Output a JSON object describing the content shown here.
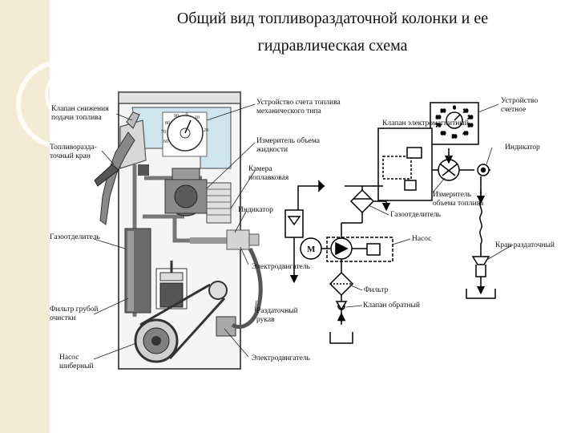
{
  "title": {
    "line1": "Общий вид топливораздаточной колонки и ее",
    "line2": "гидравлическая схема"
  },
  "left_labels": [
    [
      "Клапан снижения",
      "подачи топлива"
    ],
    [
      "Топливоразда-",
      "точный кран"
    ],
    [
      "Газоотделитель"
    ],
    [
      "Фильтр грубой",
      "очистки"
    ],
    [
      "Насос",
      "шиберный"
    ]
  ],
  "middle_labels": [
    [
      "Устройство счета топлива",
      "механического типа"
    ],
    [
      "Измеритель объема",
      "жидкости"
    ],
    [
      "Камера",
      "поплавковая"
    ],
    [
      "Индикатор"
    ],
    [
      "Электродвигатель"
    ],
    [
      "Раздаточный",
      "рукав"
    ],
    [
      "Электродвигатель"
    ]
  ],
  "schematic_labels": [
    [
      "Устройство",
      "счетное"
    ],
    [
      "Клапан электромагнитный"
    ],
    [
      "Индикатор"
    ],
    [
      "Измеритель",
      "объема топлива"
    ],
    [
      "Газоотделитель"
    ],
    [
      "Насос"
    ],
    [
      "Кран раздаточный"
    ],
    [
      "Фильтр"
    ],
    [
      "Клапан обратный"
    ]
  ],
  "dial_numbers": {
    "machine": [
      "80",
      "90",
      "0",
      "10",
      "20",
      "70",
      "60"
    ],
    "counter": [
      "0",
      "10",
      "90",
      "20",
      "80",
      "30",
      "70",
      "60",
      "50",
      "40"
    ]
  },
  "motor_letter": "M"
}
